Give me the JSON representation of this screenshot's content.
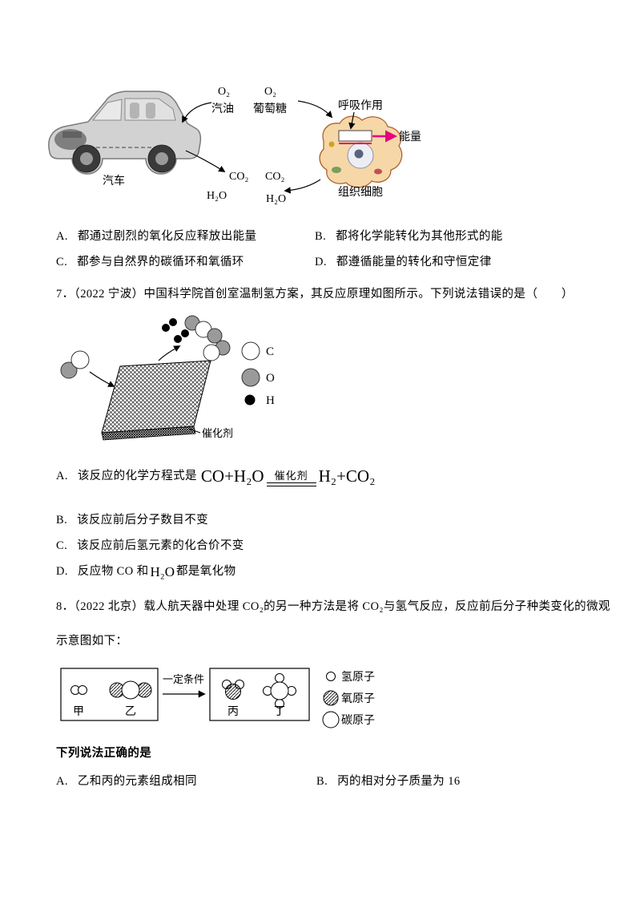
{
  "q6": {
    "diagram": {
      "o2_car": "O₂",
      "o2_cell": "O₂",
      "gasoline": "汽油",
      "glucose": "葡萄糖",
      "respiration": "呼吸作用",
      "energy": "能量",
      "co2_car": "CO₂",
      "co2_cell": "CO₂",
      "h2o_car": "H₂O",
      "h2o_cell": "H₂O",
      "car_label": "汽车",
      "cell_label": "组织细胞"
    },
    "options": [
      {
        "label": "A.",
        "text": "都通过剧烈的氧化反应释放出能量"
      },
      {
        "label": "B.",
        "text": "都将化学能转化为其他形式的能"
      },
      {
        "label": "C.",
        "text": "都参与自然界的碳循环和氧循环"
      },
      {
        "label": "D.",
        "text": "都遵循能量的转化和守恒定律"
      }
    ]
  },
  "q7": {
    "stem": "7．（2022 宁波）中国科学院首创室温制氢方案，其反应原理如图所示。下列说法错误的是（　　）",
    "diagram": {
      "catalyst": "催化剂",
      "legend_c": "C",
      "legend_o": "O",
      "legend_h": "H"
    },
    "opt_a": {
      "label": "A.",
      "prefix": "该反应的化学方程式是"
    },
    "equation": {
      "left": "CO+H₂O",
      "condition": "催化剂",
      "right": "H₂+CO₂"
    },
    "opt_b": {
      "label": "B.",
      "text": "该反应前后分子数目不变"
    },
    "opt_c": {
      "label": "C.",
      "text": "该反应前后氢元素的化合价不变"
    },
    "opt_d": {
      "label": "D.",
      "prefix": "反应物 CO 和",
      "formula": "H₂O",
      "suffix": "都是氧化物"
    }
  },
  "q8": {
    "stem_line1": "8．（2022 北京）载人航天器中处理 CO₂的另一种方法是将 CO₂与氢气反应，反应前后分子种类变化的微观",
    "stem_line2": "示意图如下：",
    "diagram": {
      "condition": "一定条件",
      "label_jia": "甲",
      "label_yi": "乙",
      "label_bing": "丙",
      "label_ding": "丁",
      "legend_h": "氢原子",
      "legend_o": "氧原子",
      "legend_c": "碳原子"
    },
    "statement": "下列说法正确的是",
    "options": [
      {
        "label": "A.",
        "text": "乙和丙的元素组成相同"
      },
      {
        "label": "B.",
        "text": "丙的相对分子质量为 16"
      }
    ]
  }
}
